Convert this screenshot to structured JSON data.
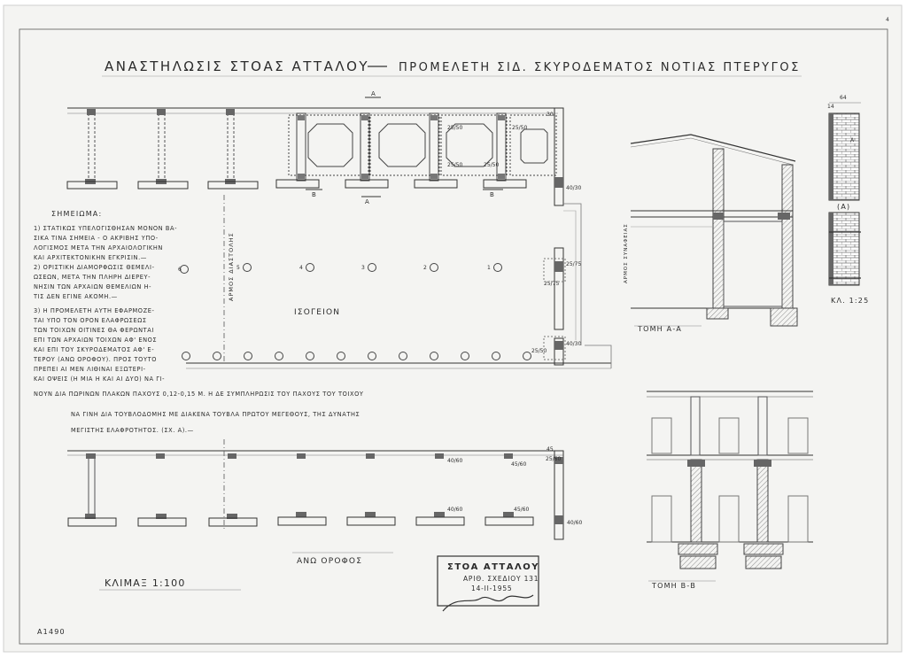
{
  "sheet_number": "4",
  "title": {
    "main": "ΑΝΑΣΤΗΛΩΣΙΣ ΣΤΟΑΣ ΑΤΤΑΛΟΥ",
    "sub": "ΠΡΟΜΕΛΕΤΗ ΣΙΔ. ΣΚΥΡΟΔΕΜΑΤΟΣ ΝΟΤΙΑΣ ΠΤΕΡΥΓΟΣ"
  },
  "notes": {
    "heading": "ΣΗΜΕΙΩΜΑ:",
    "lines": [
      "1) ΣΤΑΤΙΚΩΣ ΥΠΕΛΟΓΙΣΘΗΣΑΝ ΜΟΝΟΝ ΒΑ-",
      "ΣΙΚΑ ΤΙΝΑ ΣΗΜΕΙΑ - Ο ΑΚΡΙΒΗΣ ΥΠΟ-",
      "ΛΟΓΙΣΜΟΣ ΜΕΤΑ ΤΗΝ ΑΡΧΑΙΟΛΟΓΙΚΗΝ",
      "ΚΑΙ ΑΡΧΙΤΕΚΤΟΝΙΚΗΝ ΕΓΚΡΙΣΙΝ.—",
      "2) ΟΡΙΣΤΙΚΗ ΔΙΑΜΟΡΦΩΣΙΣ ΘΕΜΕΛΙ-",
      "ΩΣΕΩΝ, ΜΕΤΑ ΤΗΝ ΠΛΗΡΗ ΔΙΕΡΕΥ-",
      "ΝΗΣΙΝ ΤΩΝ ΑΡΧΑΙΩΝ ΘΕΜΕΛΙΩΝ Η-",
      "ΤΙΣ ΔΕΝ ΕΓΙΝΕ ΑΚΟΜΗ.—",
      "3) Η ΠΡΟΜΕΛΕΤΗ ΑΥΤΗ ΕΦΑΡΜΟΖΕ-",
      "ΤΑΙ ΥΠΟ ΤΟΝ ΟΡΟΝ ΕΛΑΦΡΩΣΕΩΣ",
      "ΤΩΝ ΤΟΙΧΩΝ ΟΙΤΙΝΕΣ ΘΑ ΦΕΡΩΝΤΑΙ",
      "ΕΠΙ ΤΩΝ ΑΡΧΑΙΩΝ ΤΟΙΧΩΝ ΑΦ' ΕΝΟΣ",
      "ΚΑΙ ΕΠΙ ΤΟΥ ΣΚΥΡΟΔΕΜΑΤΟΣ ΑΦ' Ε-",
      "ΤΕΡΟΥ (ΑΝΩ ΟΡΟΦΟΥ). ΠΡΟΣ ΤΟΥΤΟ",
      "ΠΡΕΠΕΙ ΑΙ ΜΕΝ ΛΙΘΙΝΑΙ ΕΞΩΤΕΡΙ-",
      "ΚΑΙ ΟΨΕΙΣ (Η ΜΙΑ Η ΚΑΙ ΑΙ ΔΥΟ) ΝΑ ΓΙ-"
    ],
    "wide_lines": [
      "ΝΟΥΝ ΔΙΑ ΠΩΡΙΝΩΝ ΠΛΑΚΩΝ ΠΑΧΟΥΣ  0,12-0,15 Μ.  Η ΔΕ ΣΥΜΠΛΗΡΩΣΙΣ ΤΟΥ ΠΑΧΟΥΣ ΤΟΥ ΤΟΙΧΟΥ",
      "ΝΑ ΓΙΝΗ ΔΙΑ ΤΟΥΒΛΟΔΟΜΗΣ ΜΕ ΔΙΑΚΕΝΑ ΤΟΥΒΛΑ ΠΡΩΤΟΥ ΜΕΓΕΘΟΥΣ, ΤΗΣ ΔΥΝΑΤΗΣ",
      "ΜΕΓΙΣΤΗΣ ΕΛΑΦΡΟΤΗΤΟΣ. (ΣΧ. Α).—"
    ]
  },
  "ground_floor": {
    "label": "ΙΣΟΓΕΙΟΝ",
    "joint_label": "ΑΡΜΟΣ ΔΙΑΣΤΟΛΗΣ",
    "section_marks": [
      "Α",
      "Α",
      "Β",
      "Β"
    ],
    "column_numbers": [
      "6",
      "5",
      "4",
      "3",
      "2",
      "1"
    ],
    "beam_labels": [
      "30",
      "25/50",
      "25/50",
      "25/50",
      "25/50",
      "40/30",
      "25/75",
      "40/30",
      "25/75",
      "25/50"
    ]
  },
  "upper_floor": {
    "label": "ΑΝΩ ΟΡΟΦΟΣ",
    "beam_labels": [
      "45",
      "40/60",
      "45/60",
      "40/60",
      "45/60",
      "25/60",
      "40/60"
    ]
  },
  "scale_label": "ΚΛΙΜΑΞ 1:100",
  "section_aa": {
    "label": "ΤΟΜΗ Α-Α",
    "vertical_label": "ΑΡΜΟΣ ΣΥΝΑΦΕΙΑΣ"
  },
  "section_bb": {
    "label": "ΤΟΜΗ Β-Β"
  },
  "detail_a": {
    "label": "(Α)",
    "scale": "ΚΛ. 1:25",
    "dims": [
      "64",
      "14"
    ],
    "mark": "Α"
  },
  "stamp": {
    "title": "ΣΤΟΑ ΑΤΤΑΛΟΥ",
    "drawing_no": "ΑΡΙΘ. ΣΧΕΔΙΟΥ 131",
    "date": "14-II-1955"
  },
  "archive_id": "Α1490",
  "colors": {
    "paper": "#f4f4f2",
    "ink": "#3a3a3a",
    "hatch": "#8c8c8c",
    "frame": "#555555"
  }
}
